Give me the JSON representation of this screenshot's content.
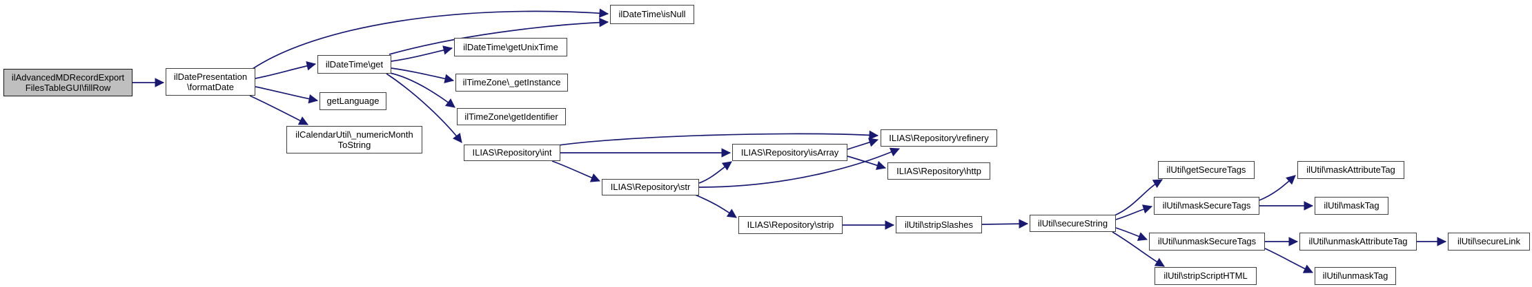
{
  "diagram": {
    "kind": "call-graph",
    "background": "#ffffff",
    "colors": {
      "edge": "#191970",
      "node_border": "#3e3e3e",
      "node_fill": "#ffffff",
      "highlight_fill": "#bfbfbf",
      "text": "#000000"
    },
    "nodes": [
      {
        "id": "fillRow",
        "lines": [
          "ilAdvancedMDRecordExport",
          "FilesTableGUI\\fillRow"
        ],
        "highlighted": true
      },
      {
        "id": "formatDate",
        "lines": [
          "ilDatePresentation",
          "\\formatDate"
        ],
        "highlighted": false
      },
      {
        "id": "get",
        "lines": [
          "ilDateTime\\get"
        ],
        "highlighted": false
      },
      {
        "id": "isNull",
        "lines": [
          "ilDateTime\\isNull"
        ],
        "highlighted": false
      },
      {
        "id": "getUnixTime",
        "lines": [
          "ilDateTime\\getUnixTime"
        ],
        "highlighted": false
      },
      {
        "id": "getInstance",
        "lines": [
          "ilTimeZone\\_getInstance"
        ],
        "highlighted": false
      },
      {
        "id": "getLanguage",
        "lines": [
          "getLanguage"
        ],
        "highlighted": false
      },
      {
        "id": "getIdentifier",
        "lines": [
          "ilTimeZone\\getIdentifier"
        ],
        "highlighted": false
      },
      {
        "id": "numericMonthToString",
        "lines": [
          "ilCalendarUtil\\_numericMonth",
          "ToString"
        ],
        "highlighted": false
      },
      {
        "id": "int",
        "lines": [
          "ILIAS\\Repository\\int"
        ],
        "highlighted": false
      },
      {
        "id": "isArray",
        "lines": [
          "ILIAS\\Repository\\isArray"
        ],
        "highlighted": false
      },
      {
        "id": "refinery",
        "lines": [
          "ILIAS\\Repository\\refinery"
        ],
        "highlighted": false
      },
      {
        "id": "http",
        "lines": [
          "ILIAS\\Repository\\http"
        ],
        "highlighted": false
      },
      {
        "id": "str",
        "lines": [
          "ILIAS\\Repository\\str"
        ],
        "highlighted": false
      },
      {
        "id": "strip",
        "lines": [
          "ILIAS\\Repository\\strip"
        ],
        "highlighted": false
      },
      {
        "id": "stripSlashes",
        "lines": [
          "ilUtil\\stripSlashes"
        ],
        "highlighted": false
      },
      {
        "id": "secureString",
        "lines": [
          "ilUtil\\secureString"
        ],
        "highlighted": false
      },
      {
        "id": "getSecureTags",
        "lines": [
          "ilUtil\\getSecureTags"
        ],
        "highlighted": false
      },
      {
        "id": "maskAttributeTag",
        "lines": [
          "ilUtil\\maskAttributeTag"
        ],
        "highlighted": false
      },
      {
        "id": "maskSecureTags",
        "lines": [
          "ilUtil\\maskSecureTags"
        ],
        "highlighted": false
      },
      {
        "id": "maskTag",
        "lines": [
          "ilUtil\\maskTag"
        ],
        "highlighted": false
      },
      {
        "id": "unmaskSecureTags",
        "lines": [
          "ilUtil\\unmaskSecureTags"
        ],
        "highlighted": false
      },
      {
        "id": "unmaskAttributeTag",
        "lines": [
          "ilUtil\\unmaskAttributeTag"
        ],
        "highlighted": false
      },
      {
        "id": "secureLink",
        "lines": [
          "ilUtil\\secureLink"
        ],
        "highlighted": false
      },
      {
        "id": "unmaskTag",
        "lines": [
          "ilUtil\\unmaskTag"
        ],
        "highlighted": false
      },
      {
        "id": "stripScriptHTML",
        "lines": [
          "ilUtil\\stripScriptHTML"
        ],
        "highlighted": false
      }
    ],
    "edges": [
      {
        "from": "fillRow",
        "to": "formatDate"
      },
      {
        "from": "formatDate",
        "to": "get"
      },
      {
        "from": "formatDate",
        "to": "isNull"
      },
      {
        "from": "formatDate",
        "to": "getLanguage"
      },
      {
        "from": "formatDate",
        "to": "numericMonthToString"
      },
      {
        "from": "get",
        "to": "isNull"
      },
      {
        "from": "get",
        "to": "getUnixTime"
      },
      {
        "from": "get",
        "to": "getInstance"
      },
      {
        "from": "get",
        "to": "getIdentifier"
      },
      {
        "from": "get",
        "to": "int"
      },
      {
        "from": "int",
        "to": "isArray"
      },
      {
        "from": "int",
        "to": "refinery"
      },
      {
        "from": "int",
        "to": "str"
      },
      {
        "from": "str",
        "to": "isArray"
      },
      {
        "from": "str",
        "to": "refinery"
      },
      {
        "from": "str",
        "to": "strip"
      },
      {
        "from": "isArray",
        "to": "refinery"
      },
      {
        "from": "isArray",
        "to": "http"
      },
      {
        "from": "strip",
        "to": "stripSlashes"
      },
      {
        "from": "stripSlashes",
        "to": "secureString"
      },
      {
        "from": "secureString",
        "to": "getSecureTags"
      },
      {
        "from": "secureString",
        "to": "maskSecureTags"
      },
      {
        "from": "secureString",
        "to": "unmaskSecureTags"
      },
      {
        "from": "secureString",
        "to": "stripScriptHTML"
      },
      {
        "from": "maskSecureTags",
        "to": "maskAttributeTag"
      },
      {
        "from": "maskSecureTags",
        "to": "maskTag"
      },
      {
        "from": "unmaskSecureTags",
        "to": "unmaskAttributeTag"
      },
      {
        "from": "unmaskSecureTags",
        "to": "unmaskTag"
      },
      {
        "from": "unmaskAttributeTag",
        "to": "secureLink"
      }
    ]
  }
}
